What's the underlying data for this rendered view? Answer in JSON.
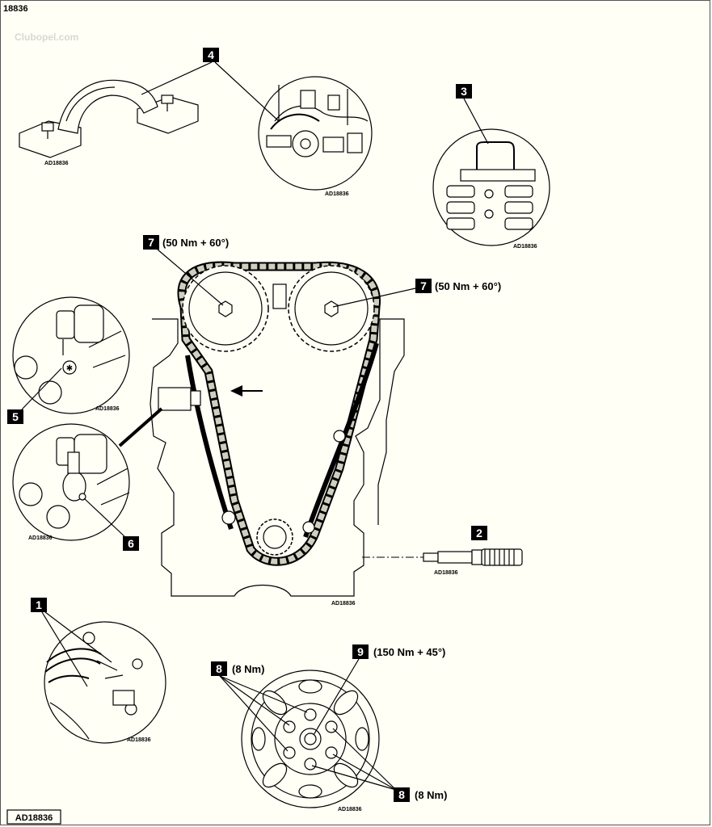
{
  "header": {
    "title": "18836",
    "watermark": "Clubopel.com"
  },
  "footer": {
    "code": "AD18836"
  },
  "callouts": {
    "c1": "1",
    "c2": "2",
    "c3": "3",
    "c4": "4",
    "c5": "5",
    "c6": "6",
    "c7a": "7",
    "c7b": "7",
    "c8a": "8",
    "c8b": "8",
    "c9": "9"
  },
  "torques": {
    "cam_left": "(50 Nm + 60°)",
    "cam_right": "(50 Nm + 60°)",
    "pulley_bolts_top": "(8 Nm)",
    "pulley_bolts_bottom": "(8 Nm)",
    "crank_bolt": "(150 Nm + 45°)"
  },
  "figure_codes": {
    "bracket": "AD18836",
    "detail_4": "AD18836",
    "detail_3": "AD18836",
    "detail_5": "AD18836",
    "detail_6": "AD18836",
    "engine": "AD18836",
    "pin_2": "AD18836",
    "detail_1": "AD18836",
    "pulley": "AD18836"
  }
}
